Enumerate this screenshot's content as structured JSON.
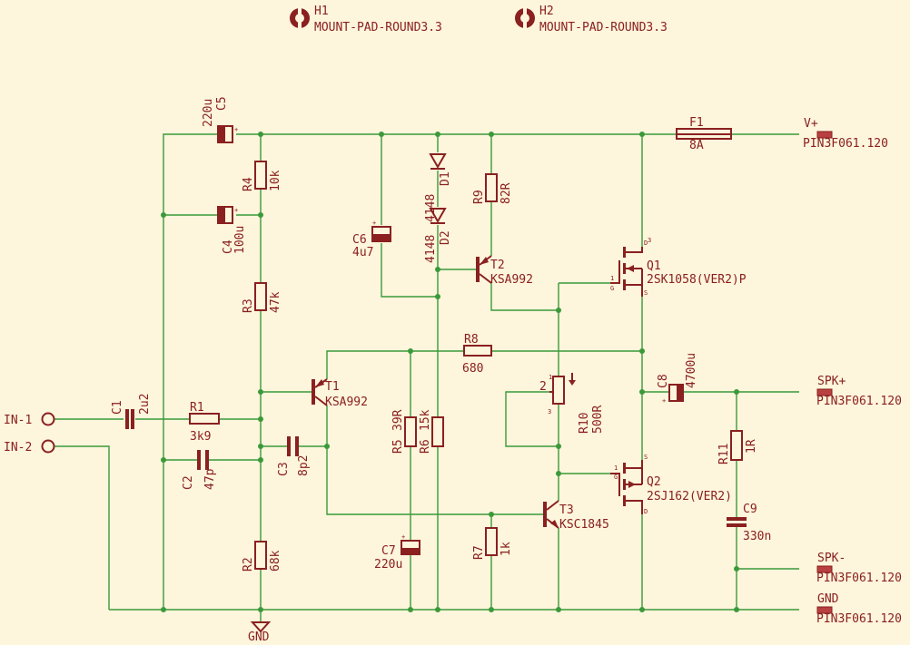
{
  "holes": [
    {
      "ref": "H1",
      "value": "MOUNT-PAD-ROUND3.3"
    },
    {
      "ref": "H2",
      "value": "MOUNT-PAD-ROUND3.3"
    }
  ],
  "inputs": {
    "in1": "IN-1",
    "in2": "IN-2"
  },
  "components": {
    "C1": {
      "ref": "C1",
      "value": "2u2"
    },
    "C2": {
      "ref": "C2",
      "value": "47p"
    },
    "C3": {
      "ref": "C3",
      "value": "8p2"
    },
    "C4": {
      "ref": "C4",
      "value": "100u"
    },
    "C5": {
      "ref": "C5",
      "value": "220u"
    },
    "C6": {
      "ref": "C6",
      "value": "4u7"
    },
    "C7": {
      "ref": "C7",
      "value": "220u"
    },
    "C8": {
      "ref": "C8",
      "value": "4700u"
    },
    "C9": {
      "ref": "C9",
      "value": "330n"
    },
    "R1": {
      "ref": "R1",
      "value": "3k9"
    },
    "R2": {
      "ref": "R2",
      "value": "68k"
    },
    "R3": {
      "ref": "R3",
      "value": "47k"
    },
    "R4": {
      "ref": "R4",
      "value": "10k"
    },
    "R5": {
      "ref": "R5",
      "value": "39R"
    },
    "R6": {
      "ref": "R6",
      "value": "15k"
    },
    "R7": {
      "ref": "R7",
      "value": "1k"
    },
    "R8": {
      "ref": "R8",
      "value": "680"
    },
    "R9": {
      "ref": "R9",
      "value": "82R"
    },
    "R10": {
      "ref": "R10",
      "value": "500R"
    },
    "R11": {
      "ref": "R11",
      "value": "1R"
    },
    "D1": {
      "ref": "D1",
      "value": "4148"
    },
    "D2": {
      "ref": "D2",
      "value": "4148"
    },
    "T1": {
      "ref": "T1",
      "value": "KSA992"
    },
    "T2": {
      "ref": "T2",
      "value": "KSA992"
    },
    "T3": {
      "ref": "T3",
      "value": "KSC1845"
    },
    "Q1": {
      "ref": "Q1",
      "value": "2SK1058(VER2)P"
    },
    "Q2": {
      "ref": "Q2",
      "value": "2SJ162(VER2)"
    },
    "F1": {
      "ref": "F1",
      "value": "8A"
    }
  },
  "pins": {
    "p1": "1",
    "p2": "2",
    "p3": "3",
    "d": "D",
    "s": "S",
    "g": "G",
    "plus": "+"
  },
  "connectors": {
    "vplus": {
      "label": "V+",
      "part": "PIN3F061.120"
    },
    "spkplus": {
      "label": "SPK+",
      "part": "PIN3F061.120"
    },
    "spkminus": {
      "label": "SPK-",
      "part": "PIN3F061.120"
    },
    "gnd": {
      "label": "GND",
      "part": "PIN3F061.120"
    }
  },
  "gnd_symbol": "GND",
  "colors": {
    "wire": "#3a9a3a",
    "component": "#8a2020",
    "background": "#fdf5dc"
  }
}
